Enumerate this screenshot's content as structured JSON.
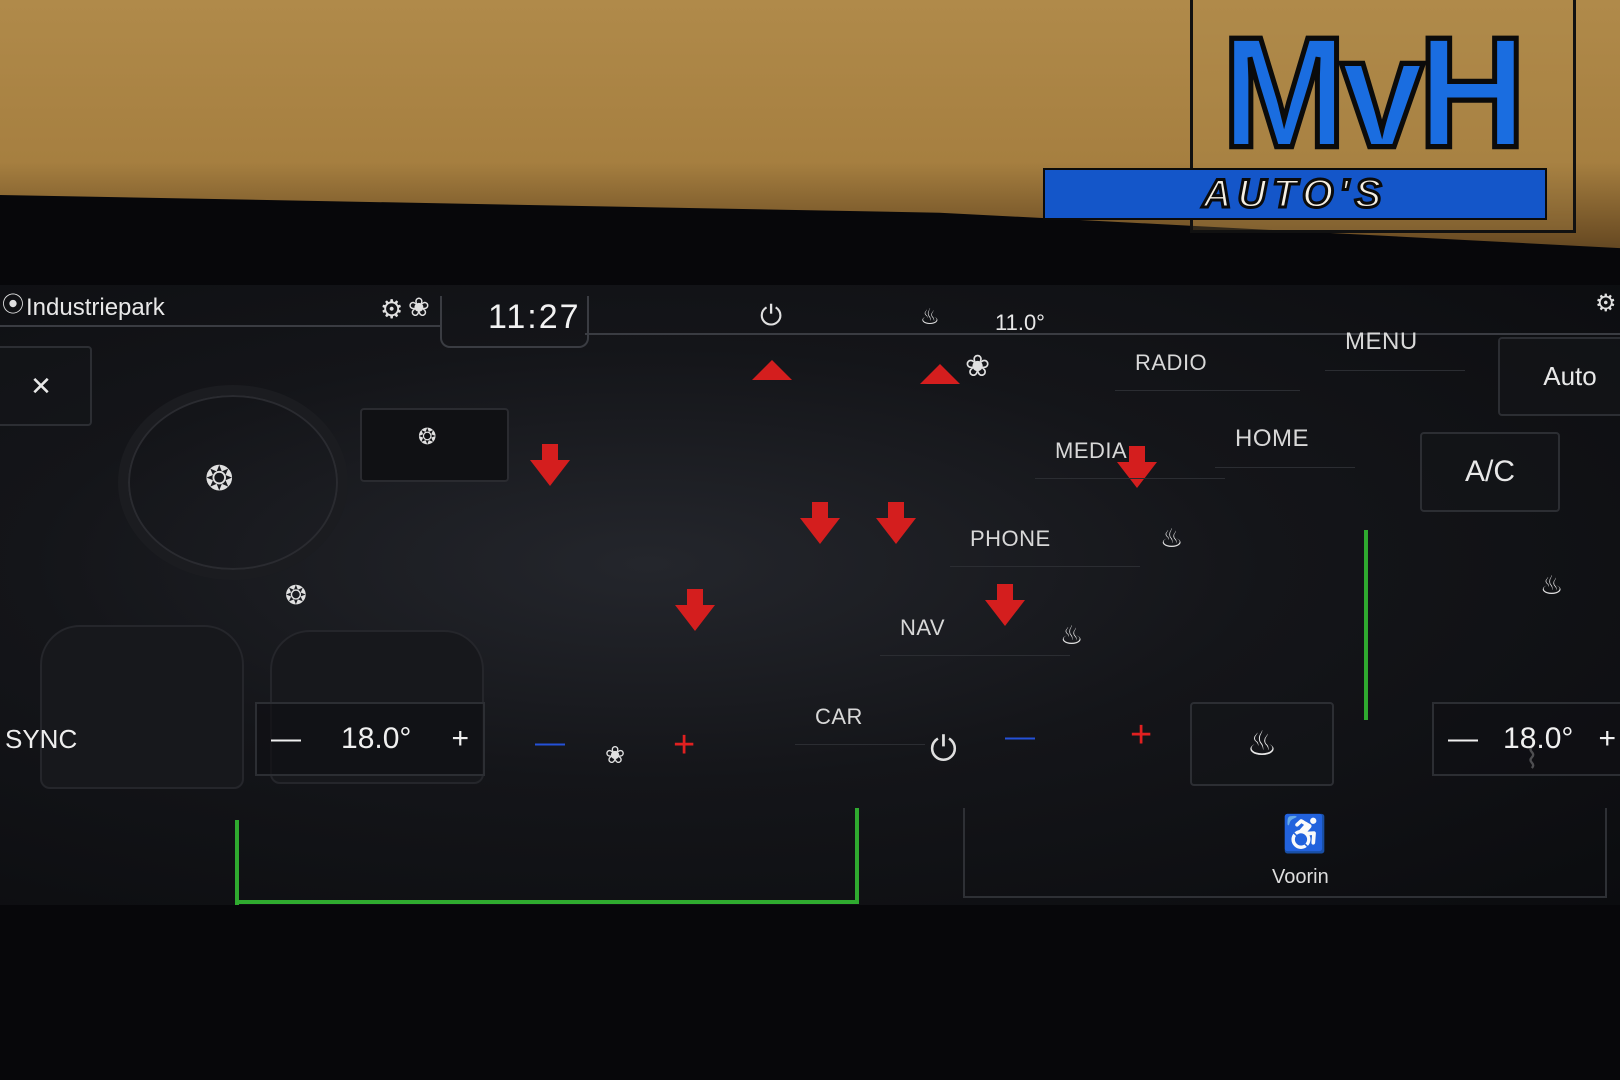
{
  "logo": {
    "text_main": "MvH",
    "text_bar": "AUTO'S"
  },
  "status_bar": {
    "location": "Industriepark",
    "clock": "11:27",
    "outside_temp": "11.0°"
  },
  "menu": {
    "radio": "RADIO",
    "media": "MEDIA",
    "phone": "PHONE",
    "nav": "NAV",
    "car": "CAR",
    "menu": "MENU",
    "home": "HOME"
  },
  "climate": {
    "sync_label": "SYNC",
    "left_temp": "18.0°",
    "right_temp": "18.0°",
    "auto_label": "Auto",
    "ac_label": "A/C",
    "seat_label": "Voorin",
    "minus": "—",
    "plus": "+"
  },
  "colors": {
    "accent_red": "#d41e1e",
    "accent_blue": "#2451d8",
    "accent_green": "#2faa2f",
    "logo_blue": "#1a6de0"
  },
  "icons": {
    "location": "location-pin-icon",
    "fan": "fan-icon",
    "eco": "eco-leaf-icon",
    "power": "power-icon",
    "seat_heat": "seat-heat-icon",
    "steering_heat": "steering-heat-icon",
    "close": "close-icon",
    "person": "person-seat-icon"
  }
}
